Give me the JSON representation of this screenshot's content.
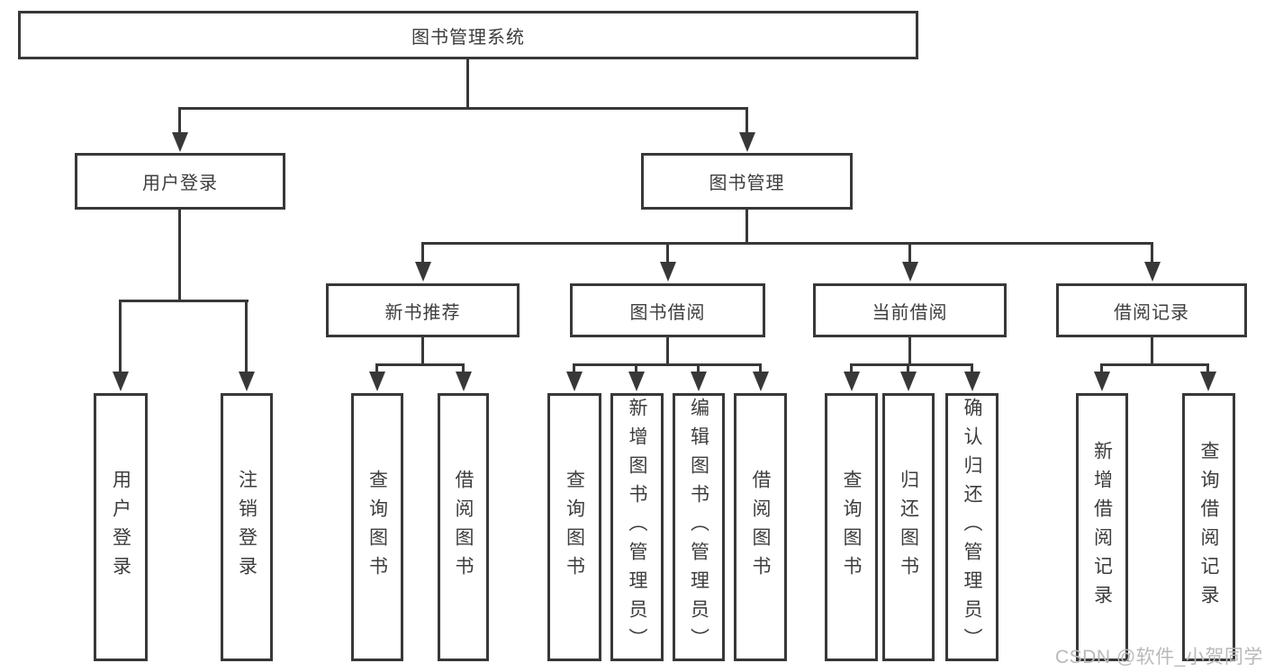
{
  "diagram": {
    "root": {
      "label": "图书管理系统"
    },
    "branches": {
      "user_login": {
        "label": "用户登录"
      },
      "book_management": {
        "label": "图书管理"
      }
    },
    "modules": {
      "new_book_recommendation": {
        "label": "新书推荐"
      },
      "book_borrowing": {
        "label": "图书借阅"
      },
      "current_borrowing": {
        "label": "当前借阅"
      },
      "borrowing_records": {
        "label": "借阅记录"
      }
    },
    "leaves": {
      "user_login": {
        "label": "用户登录"
      },
      "logout": {
        "label": "注销登录"
      },
      "rec_query_books": {
        "label": "查询图书"
      },
      "rec_borrow_books": {
        "label": "借阅图书"
      },
      "bor_query_books": {
        "label": "查询图书"
      },
      "bor_add_books_admin": {
        "label": "新增图书（管理员）"
      },
      "bor_edit_books_admin": {
        "label": "编辑图书（管理员）"
      },
      "bor_borrow_books": {
        "label": "借阅图书"
      },
      "cur_query_books": {
        "label": "查询图书"
      },
      "cur_return_books": {
        "label": "归还图书"
      },
      "cur_confirm_return_admin": {
        "label": "确认归还（管理员）"
      },
      "rcd_add_record": {
        "label": "新增借阅记录"
      },
      "rcd_query_record": {
        "label": "查询借阅记录"
      }
    }
  },
  "watermark": {
    "text": "CSDN @软件_小贺同学"
  },
  "colors": {
    "line": "#383838",
    "text": "#3d3d3d",
    "background": "#ffffff",
    "watermark": "#b9b9b9"
  }
}
